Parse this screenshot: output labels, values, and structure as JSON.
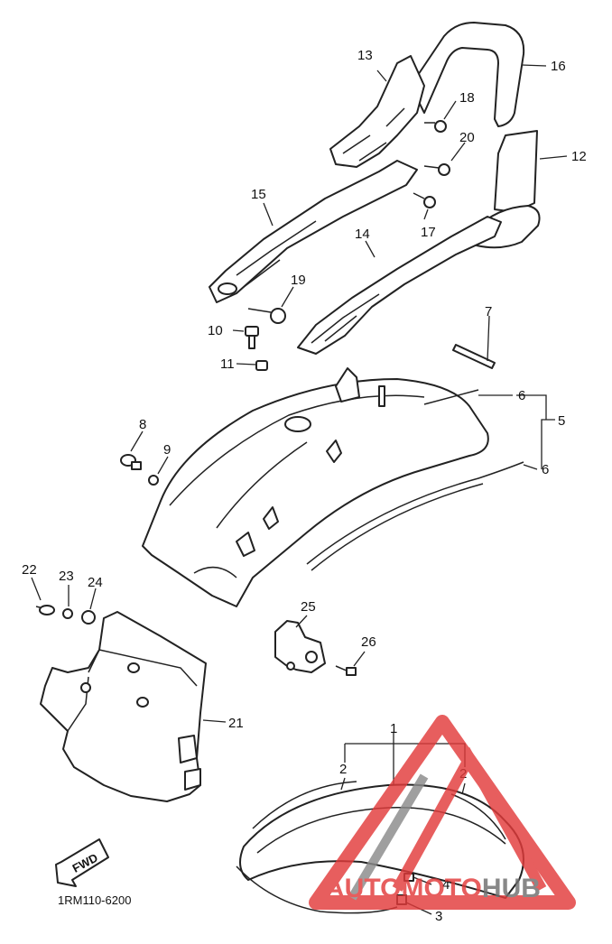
{
  "diagram": {
    "callouts": [
      "1",
      "2",
      "2",
      "3",
      "4",
      "5",
      "6",
      "6",
      "7",
      "8",
      "9",
      "10",
      "11",
      "12",
      "13",
      "14",
      "15",
      "16",
      "17",
      "18",
      "19",
      "20",
      "21",
      "22",
      "23",
      "24",
      "25",
      "26"
    ],
    "fwd_label": "FWD",
    "drawing_code": "1RM110-6200"
  },
  "watermark": {
    "part1": "AUTO",
    "part2": "MOTO",
    "part3": "HUB",
    "colors": {
      "red": "#e23b3b",
      "gray": "#8a8a8a"
    }
  }
}
